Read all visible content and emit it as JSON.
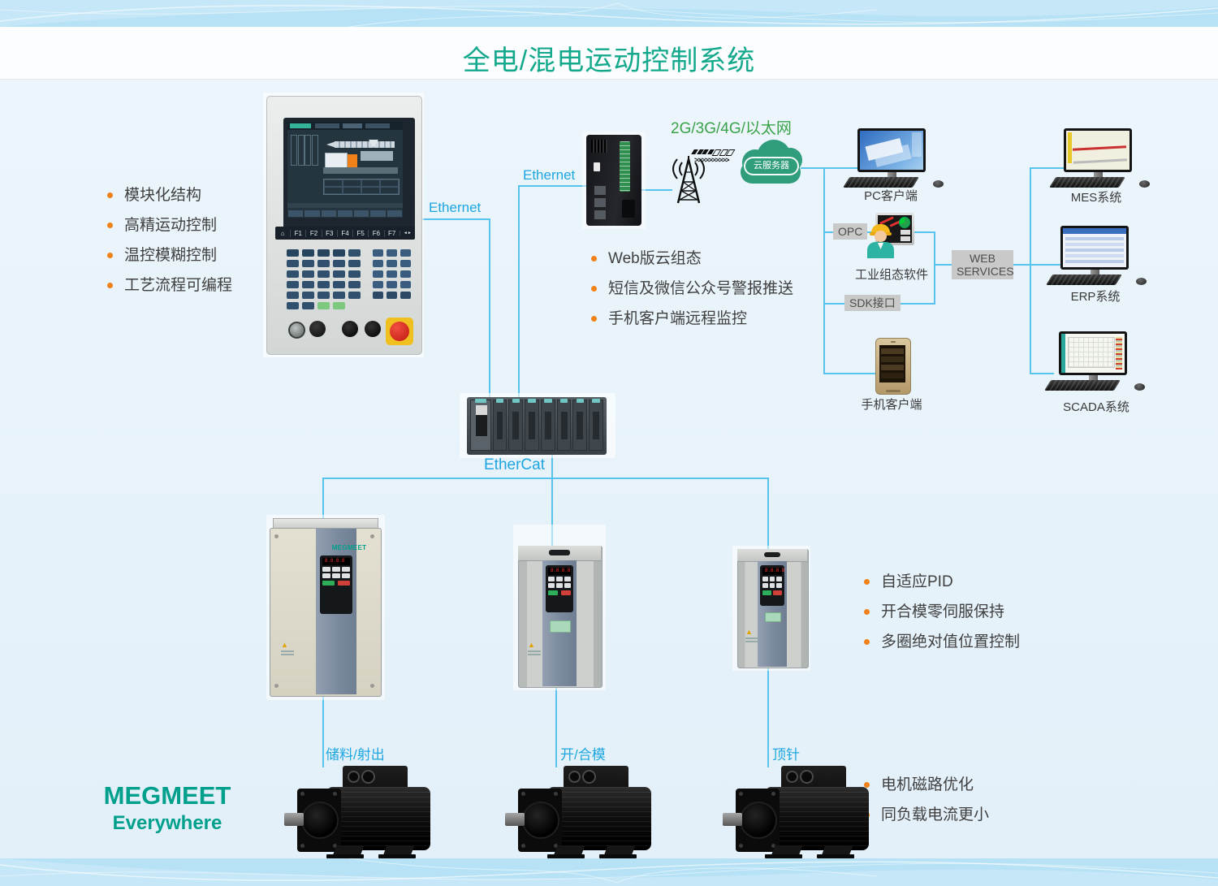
{
  "title": "全电/混电运动控制系统",
  "colors": {
    "title_green": "#14a98c",
    "label_blue": "#1ea6e0",
    "wan_green": "#3aa34a",
    "bullet_orange": "#f08119",
    "line_blue": "#58c4ee",
    "cloud_green": "#2f9c7b",
    "logo_teal": "#00a08c"
  },
  "features": {
    "controller": [
      "模块化结构",
      "高精运动控制",
      "温控模糊控制",
      "工艺流程可编程"
    ],
    "cloud": [
      "Web版云组态",
      "短信及微信公众号警报推送",
      "手机客户端远程监控"
    ],
    "servo": [
      "自适应PID",
      "开合模零伺服保持",
      "多圈绝对值位置控制"
    ],
    "motor": [
      "电机磁路优化",
      "同负载电流更小"
    ]
  },
  "network": {
    "ethernet_hmi": "Ethernet",
    "ethernet_router": "Ethernet",
    "ethercat": "EtherCat",
    "wan": "2G/3G/4G/以太网",
    "cloud_server": "云服务器",
    "opc": "OPC",
    "sdk": "SDK接口",
    "web_services": "WEB\nSERVICES"
  },
  "nodes": {
    "pc_client": "PC客户端",
    "scada_software": "工业组态软件",
    "mobile_client": "手机客户端",
    "mes": "MES系统",
    "erp": "ERP系统",
    "scada": "SCADA系统"
  },
  "axes": {
    "injection": "储料/射出",
    "clamping": "开/合模",
    "ejector": "顶针"
  },
  "hmi": {
    "fkeys": [
      "F1",
      "F2",
      "F3",
      "F4",
      "F5",
      "F6",
      "F7"
    ]
  },
  "icons": {
    "home": "⌂",
    "fkey_end": "◄►"
  },
  "drive_logo": "MEGMEET",
  "logo": {
    "brand": "MEGMEET",
    "tagline": "Everywhere"
  }
}
